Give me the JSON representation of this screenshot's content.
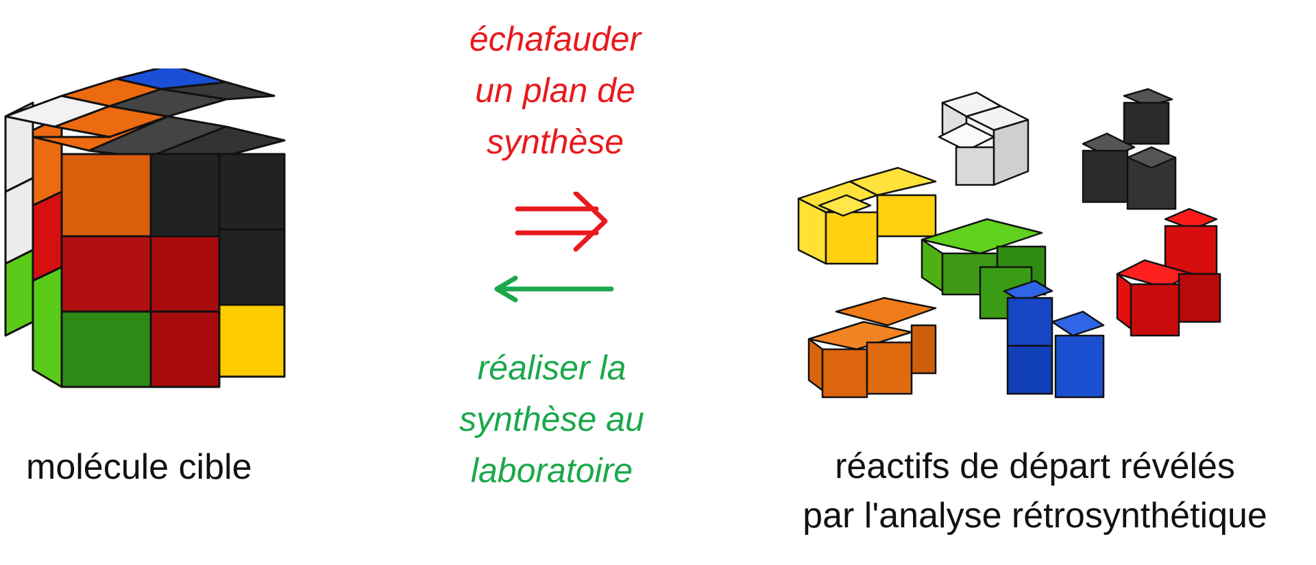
{
  "target": {
    "label": "molécule cible"
  },
  "forward_arrow": {
    "lines": [
      "échafauder",
      "un plan de",
      "synthèse"
    ],
    "color": "#e8191c",
    "icon": "double-arrow-right-icon"
  },
  "backward_arrow": {
    "lines": [
      "réaliser la",
      "synthèse au",
      "laboratoire"
    ],
    "color": "#1aa84a",
    "icon": "arrow-left-icon"
  },
  "reactants": {
    "label_lines": [
      "réactifs de départ révélés",
      "par l'analyse rétrosynthétique"
    ]
  },
  "pieces": [
    {
      "name": "white-piece",
      "color": "#e6e6e6"
    },
    {
      "name": "black-piece",
      "color": "#333333"
    },
    {
      "name": "yellow-piece",
      "color": "#ffd21a"
    },
    {
      "name": "green-piece",
      "color": "#52c71a"
    },
    {
      "name": "red-piece",
      "color": "#d90f0f"
    },
    {
      "name": "orange-piece",
      "color": "#ec6a10"
    },
    {
      "name": "blue-piece",
      "color": "#1446c8"
    }
  ]
}
